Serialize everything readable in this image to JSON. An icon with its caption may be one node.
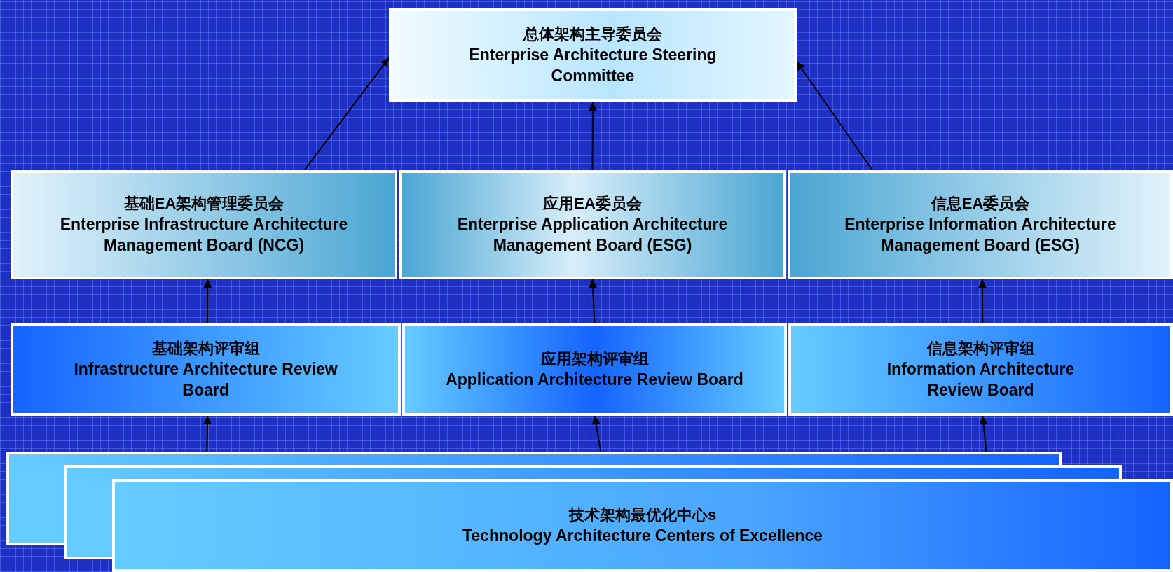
{
  "diagram": {
    "nodes": [
      {
        "text": [
          "总体架构主导委员会",
          "Enterprise Architecture Steering Committee"
        ]
      },
      {
        "text": [
          "基础EA架构管理委员会",
          "Enterprise Infrastructure Architecture Management Board (NCG)"
        ]
      },
      {
        "text": [
          "应用EA委员会",
          "Enterprise Application Architecture Management Board (ESG)"
        ]
      },
      {
        "text": [
          "信息EA委员会",
          "Enterprise Information Architecture Management Board (ESG)"
        ]
      },
      {
        "text": [
          "基础架构评审组",
          "Infrastructure Architecture Review Board"
        ]
      },
      {
        "text": [
          "应用架构评审组",
          "Application Architecture Review Board"
        ]
      },
      {
        "text": [
          "信息架构评审组",
          "Information Architecture Review Board"
        ]
      },
      {
        "text": [],
        "shape": "box"
      },
      {
        "text": [],
        "shape": "box"
      },
      {
        "text": [
          "技术架构最优化中心s",
          "Technology Architecture Centers of Excellence"
        ]
      }
    ],
    "edges": [
      {
        "from": 1,
        "to": 0,
        "arrow": "to"
      },
      {
        "from": 2,
        "to": 0,
        "arrow": "to"
      },
      {
        "from": 3,
        "to": 0,
        "arrow": "to"
      },
      {
        "from": 4,
        "to": 1,
        "arrow": "to"
      },
      {
        "from": 5,
        "to": 2,
        "arrow": "to"
      },
      {
        "from": 6,
        "to": 3,
        "arrow": "to"
      },
      {
        "from": 7,
        "to": 4,
        "arrow": "to"
      },
      {
        "from": 7,
        "to": 5,
        "arrow": "to"
      },
      {
        "from": 7,
        "to": 6,
        "arrow": "to"
      }
    ]
  }
}
